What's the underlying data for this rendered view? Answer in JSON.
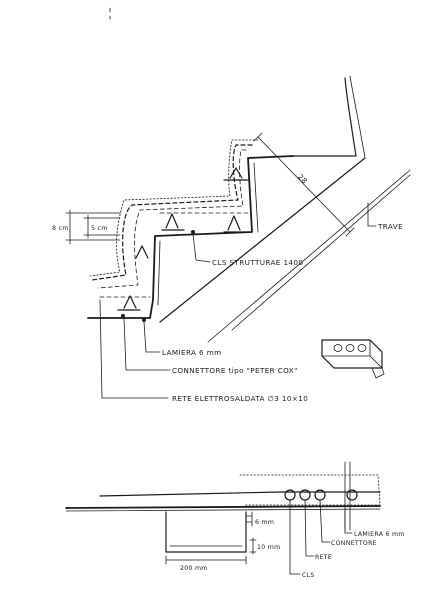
{
  "section": {
    "labels": {
      "dim_8cm": "8 cm",
      "dim_5cm": "5 cm",
      "dim_28": "28",
      "trave": "TRAVE",
      "cls": "CLS STRUTTURAE 1400",
      "lamiera": "LAMIERA 6 mm",
      "connettore": "CONNETTORE tipo \"PETER COX\"",
      "rete": "RETE ELETTROSALDATA ∅3 10×10"
    }
  },
  "detail": {
    "labels": {
      "dim_6mm": "6 mm",
      "dim_10mm": "10 mm",
      "dim_200mm": "200 mm",
      "lamiera": "LAMIERA 6 mm",
      "connettore": "CONNETTORE",
      "rete": "RETE",
      "cls": "CLS"
    }
  }
}
